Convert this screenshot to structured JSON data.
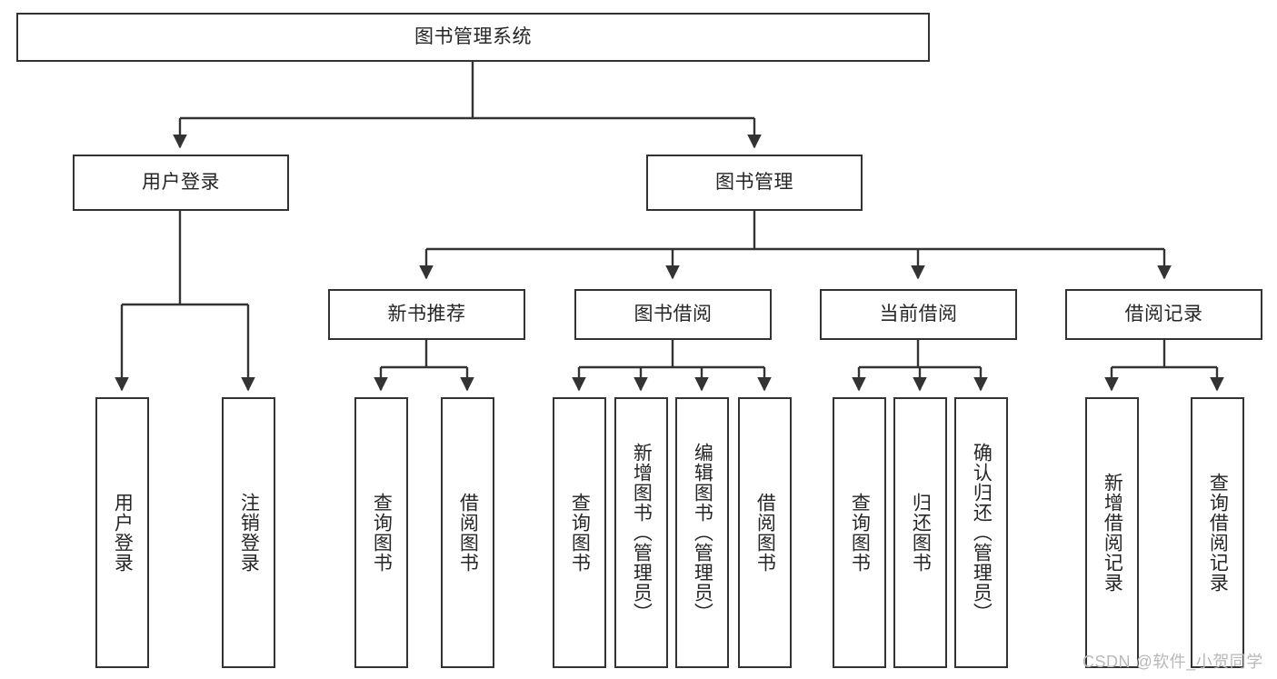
{
  "diagram": {
    "title": "图书管理系统",
    "type": "tree-hierarchy-chart",
    "colors": {
      "border": "#333333",
      "text": "#262626",
      "background": "#ffffff",
      "watermark": "#b8b8b8"
    },
    "root": {
      "label": "图书管理系统"
    },
    "level2": [
      {
        "label": "用户登录"
      },
      {
        "label": "图书管理"
      }
    ],
    "level3": [
      {
        "label": "新书推荐"
      },
      {
        "label": "图书借阅"
      },
      {
        "label": "当前借阅"
      },
      {
        "label": "借阅记录"
      }
    ],
    "leaves": {
      "user_login": [
        {
          "label": "用户登录"
        },
        {
          "label": "注销登录"
        }
      ],
      "new_book": [
        {
          "label": "查询图书"
        },
        {
          "label": "借阅图书"
        }
      ],
      "book_borrow": [
        {
          "label": "查询图书"
        },
        {
          "label": "新增图书（管理员）"
        },
        {
          "label": "编辑图书（管理员）"
        },
        {
          "label": "借阅图书"
        }
      ],
      "current_borrow": [
        {
          "label": "查询图书"
        },
        {
          "label": "归还图书"
        },
        {
          "label": "确认归还（管理员）"
        }
      ],
      "borrow_record": [
        {
          "label": "新增借阅记录"
        },
        {
          "label": "查询借阅记录"
        }
      ]
    }
  },
  "watermark": {
    "text": "CSDN @软件_小贺同学"
  }
}
